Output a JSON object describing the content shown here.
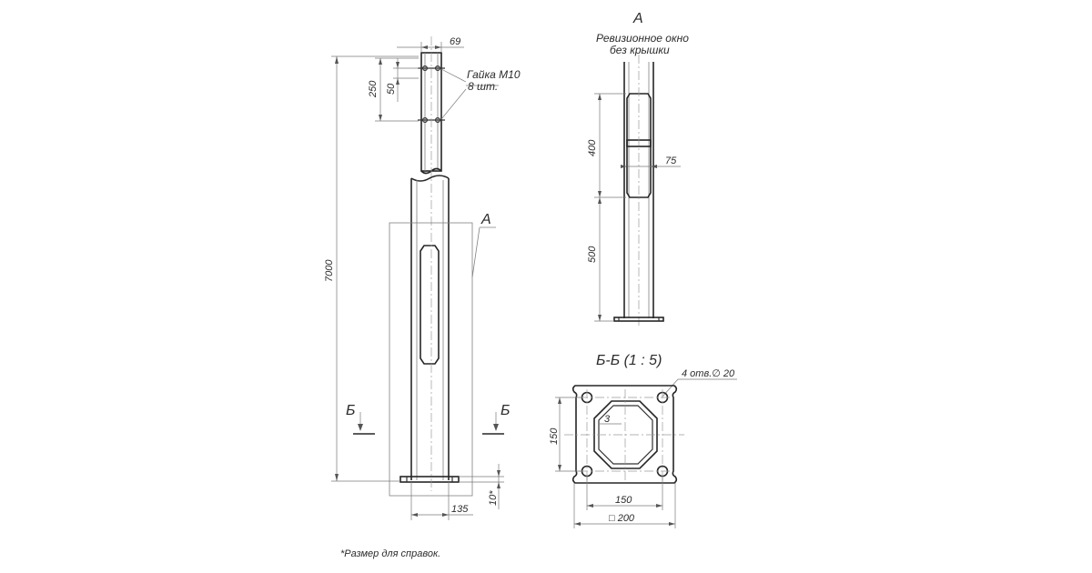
{
  "view_main": {
    "dim_top_width": "69",
    "dim_height_250": "250",
    "dim_height_50": "50",
    "nut_label_line1": "Гайка М10",
    "nut_label_line2": "8 шт.",
    "dim_total_height": "7000",
    "detail_callout": "А",
    "section_mark_left": "Б",
    "section_mark_right": "Б",
    "dim_base_offset": "10*",
    "dim_base_width": "135"
  },
  "view_detail_a": {
    "title": "А",
    "subtitle_line1": "Ревизионное окно",
    "subtitle_line2": "без крышки",
    "dim_window_height": "400",
    "dim_window_width": "75",
    "dim_window_elevation": "500"
  },
  "view_section_bb": {
    "title": "Б-Б (1 : 5)",
    "holes_label": "4 отв.∅ 20",
    "dim_wall": "3",
    "dim_height_150": "150",
    "dim_width_150": "150",
    "dim_plate_size": "□ 200"
  },
  "footnote": "*Размер для справок."
}
